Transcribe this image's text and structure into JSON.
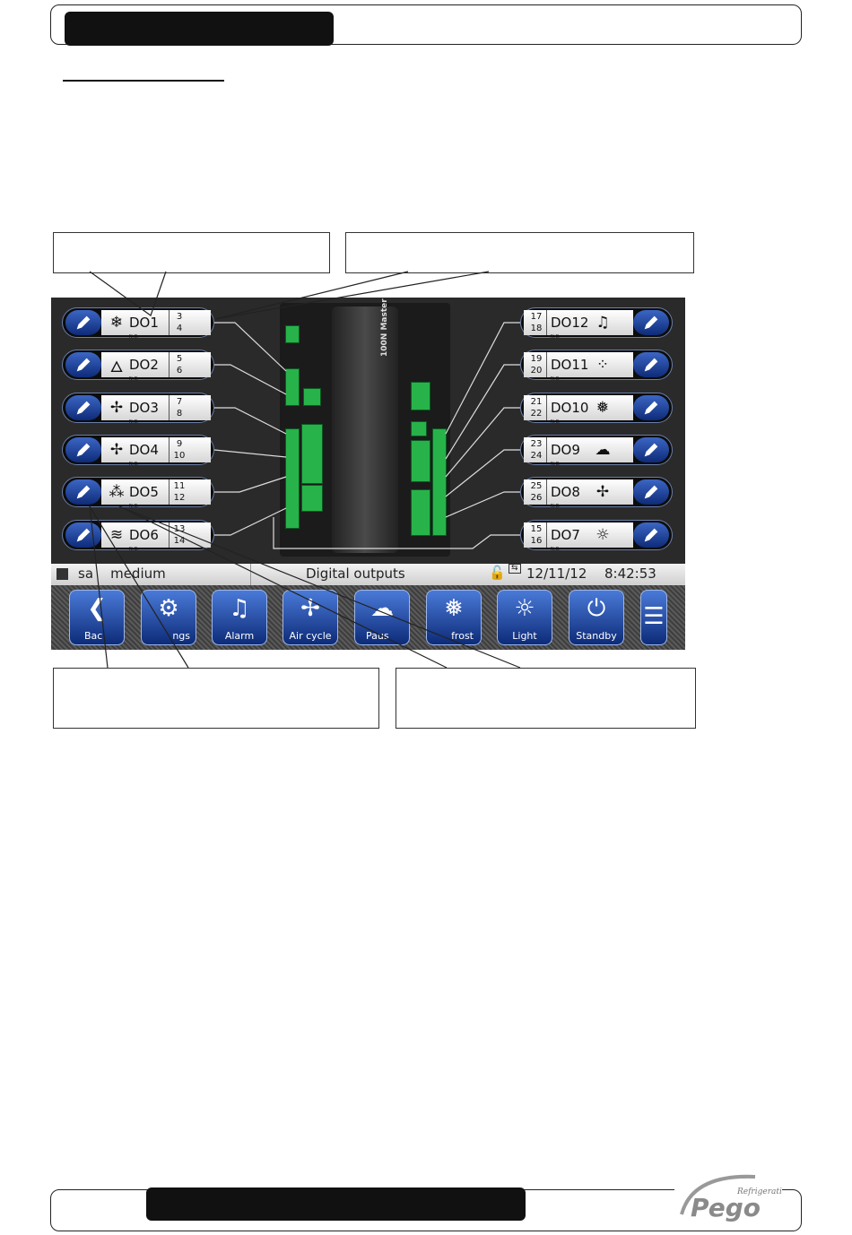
{
  "screen": {
    "outputs_left": [
      {
        "icon": "snowflake-icon",
        "glyph": "❄",
        "name": "DO1",
        "type": "N.O.",
        "pins": [
          "3",
          "4"
        ]
      },
      {
        "icon": "flame-icon",
        "glyph": "🜂",
        "name": "DO2",
        "type": "N.O.",
        "pins": [
          "5",
          "6"
        ]
      },
      {
        "icon": "fan-high-icon",
        "glyph": "✢",
        "name": "DO3",
        "type": "N.O.",
        "pins": [
          "7",
          "8"
        ]
      },
      {
        "icon": "fan-low-icon",
        "glyph": "✢",
        "name": "DO4",
        "type": "N.O.",
        "pins": [
          "9",
          "10"
        ]
      },
      {
        "icon": "drops-icon",
        "glyph": "⁂",
        "name": "DO5",
        "type": "N.O.",
        "pins": [
          "11",
          "12"
        ]
      },
      {
        "icon": "defrost-heater-icon",
        "glyph": "≋",
        "name": "DO6",
        "type": "N.O.",
        "pins": [
          "13",
          "14"
        ]
      }
    ],
    "outputs_right": [
      {
        "icon": "alarm-bell-icon",
        "glyph": "♫",
        "name": "DO12",
        "type": "N.O.",
        "pins": [
          "17",
          "18"
        ]
      },
      {
        "icon": "spray-icon",
        "glyph": "⁘",
        "name": "DO11",
        "type": "N.O.",
        "pins": [
          "19",
          "20"
        ]
      },
      {
        "icon": "drip-defrost-icon",
        "glyph": "❅",
        "name": "DO10",
        "type": "N.O.",
        "pins": [
          "21",
          "22"
        ]
      },
      {
        "icon": "pause-cloud-icon",
        "glyph": "☁",
        "name": "DO9",
        "type": "N.O.",
        "pins": [
          "23",
          "24"
        ]
      },
      {
        "icon": "fan-box-icon",
        "glyph": "✢",
        "name": "DO8",
        "type": "N.O.",
        "pins": [
          "25",
          "26"
        ]
      },
      {
        "icon": "light-icon",
        "glyph": "☼",
        "name": "DO7",
        "type": "N.O.",
        "pins": [
          "15",
          "16"
        ]
      }
    ],
    "plc_label": "100N Master",
    "status": {
      "left_text": "sa    medium",
      "center_text": "Digital outputs",
      "date": "12/11/12",
      "time": "8:42:53"
    },
    "toolbar": [
      {
        "icon": "back-arrow-icon",
        "glyph": "❮",
        "label": "Bac"
      },
      {
        "icon": "settings-gears-icon",
        "glyph": "⚙",
        "label": "ngs"
      },
      {
        "icon": "alarm-icon",
        "glyph": "♫",
        "label": "Alarm"
      },
      {
        "icon": "air-cycle-icon",
        "glyph": "✢",
        "label": "Air cycle"
      },
      {
        "icon": "pause-icon",
        "glyph": "☁",
        "label": "Paus"
      },
      {
        "icon": "defrost-icon",
        "glyph": "❅",
        "label": "frost"
      },
      {
        "icon": "light-bulb-icon",
        "glyph": "☼",
        "label": "Light"
      },
      {
        "icon": "standby-icon",
        "glyph": "⏻",
        "label": "Standby"
      },
      {
        "icon": "menu-icon",
        "glyph": "☰",
        "label": ""
      }
    ]
  }
}
